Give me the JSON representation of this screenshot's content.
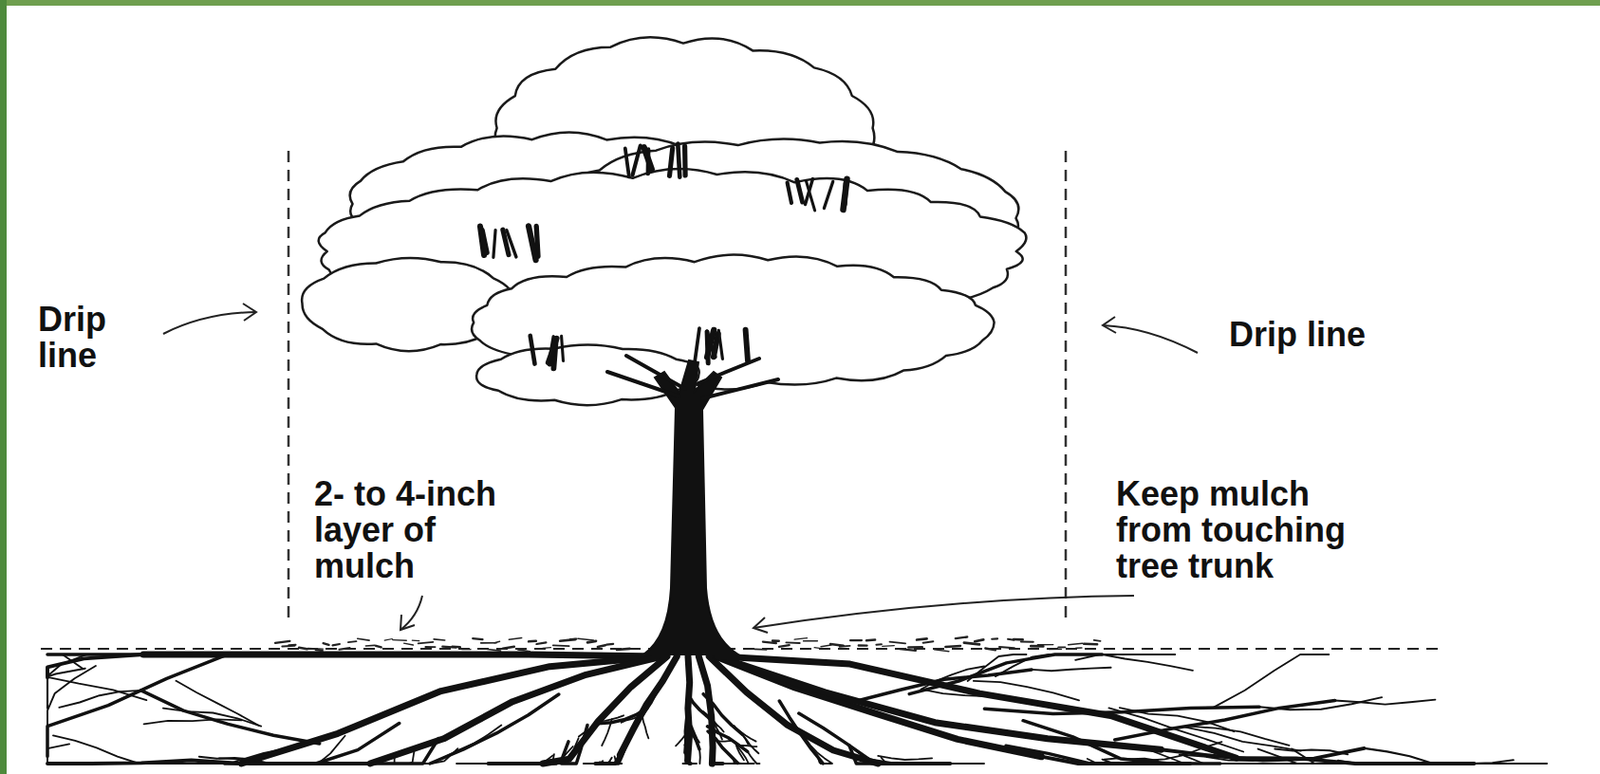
{
  "diagram": {
    "labels": [
      "Drip line",
      "Drip line",
      "2- to 4-inch layer of mulch",
      "Keep mulch from touching tree trunk"
    ]
  }
}
